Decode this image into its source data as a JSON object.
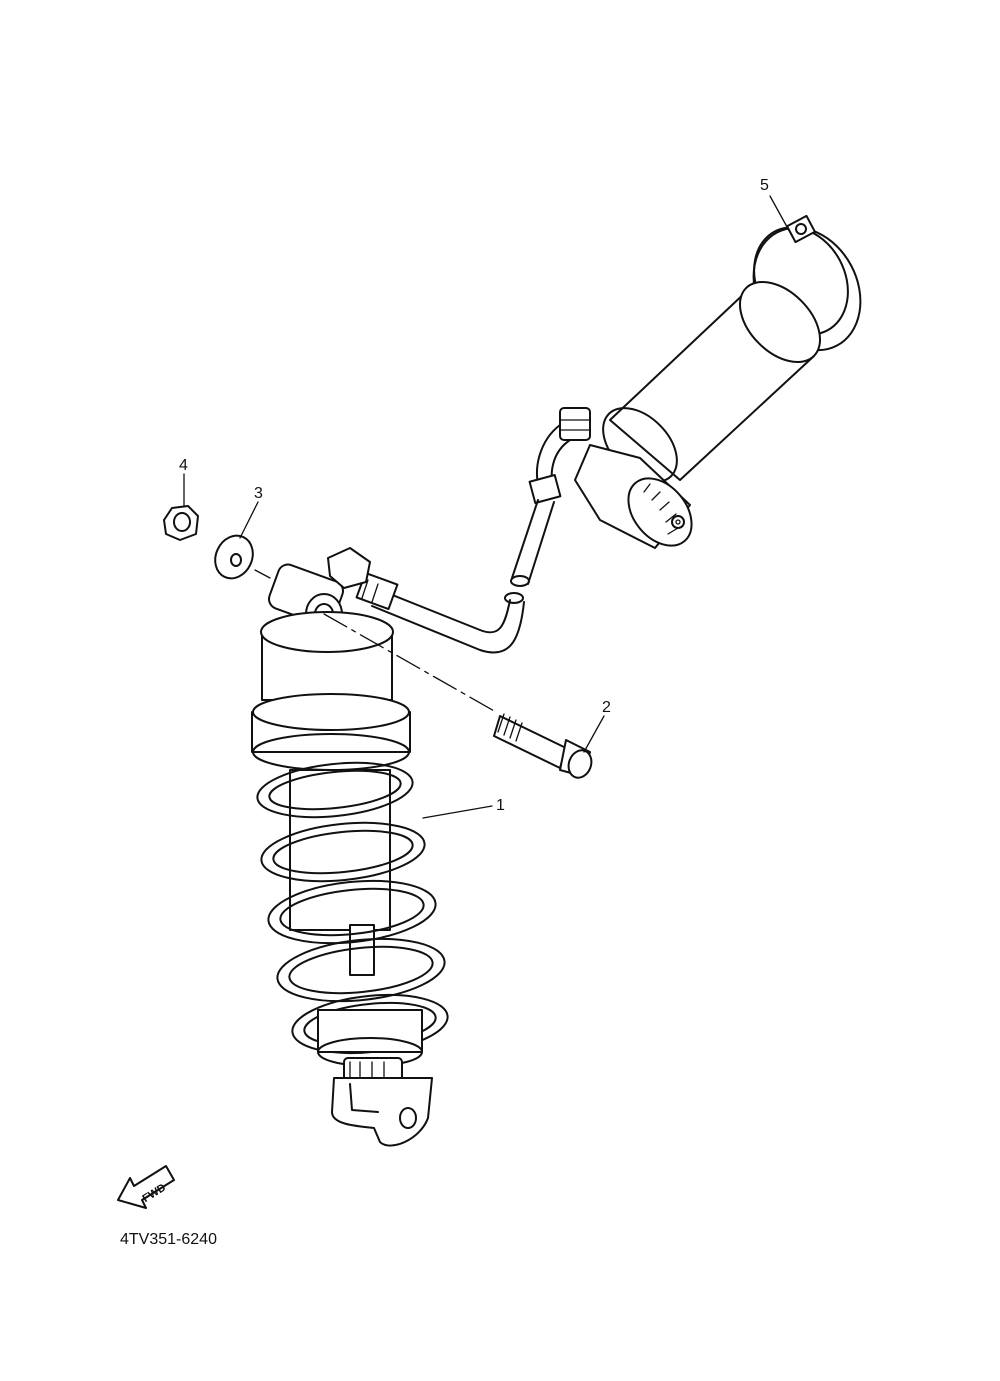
{
  "callouts": [
    {
      "number": "1"
    },
    {
      "number": "2"
    },
    {
      "number": "3"
    },
    {
      "number": "4"
    },
    {
      "number": "5"
    }
  ],
  "fwd_label": "FWD",
  "diagram_code": "4TV351-6240"
}
